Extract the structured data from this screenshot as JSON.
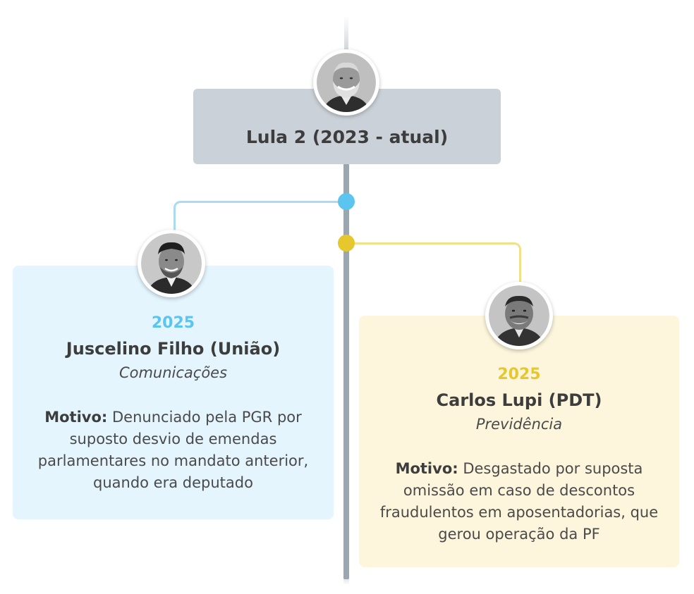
{
  "header": {
    "title": "Lula 2 (2023 - atual)"
  },
  "entries": [
    {
      "year": "2025",
      "name": "Juscelino Filho (União)",
      "role": "Comunicações",
      "reason_label": "Motivo:",
      "reason": "Denunciado pela PGR por suposto desvio de emendas parlamentares no mandato anterior, quando era deputado",
      "accent": "#5bc4ef",
      "card_bg": "#e4f5fd"
    },
    {
      "year": "2025",
      "name": "Carlos Lupi (PDT)",
      "role": "Previdência",
      "reason_label": "Motivo:",
      "reason": "Desgastado por suposta omissão em caso de descontos fraudulentos em aposentadorias, que gerou operação da PF",
      "accent": "#e6c72e",
      "card_bg": "#fdf6dc"
    }
  ],
  "colors": {
    "spine": "#9aa6b0",
    "title_box": "#cbd1d8",
    "blue_line": "#a9dcf3",
    "yellow_line": "#f1e08a"
  },
  "icons": [
    "lula-portrait-icon",
    "juscelino-portrait-icon",
    "lupi-portrait-icon"
  ]
}
